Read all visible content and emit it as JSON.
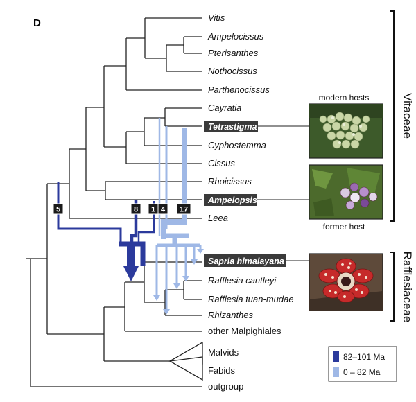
{
  "panel_label": "D",
  "taxa": {
    "vitis": "Vitis",
    "ampelocissus": "Ampelocissus",
    "pterisanthes": "Pterisanthes",
    "nothocissus": "Nothocissus",
    "parthenocissus": "Parthenocissus",
    "cayratia": "Cayratia",
    "tetrastigma": "Tetrastigma",
    "cyphostemma": "Cyphostemma",
    "cissus": "Cissus",
    "rhoicissus": "Rhoicissus",
    "ampelopsis": "Ampelopsis",
    "leea": "Leea",
    "sapria": "Sapria himalayana",
    "rcantleyi": "Rafflesia cantleyi",
    "rtuanmudae": "Rafflesia tuan-mudae",
    "rhizanthes": "Rhizanthes",
    "other_malpighiales": "other Malpighiales",
    "malvids": "Malvids",
    "fabids": "Fabids",
    "outgroup": "outgroup"
  },
  "transfer_counts": {
    "t5": "5",
    "t8": "8",
    "t1": "1",
    "t4": "4",
    "t17": "17"
  },
  "photo_captions": {
    "modern": "modern hosts",
    "former": "former host"
  },
  "family_labels": {
    "vitaceae": "Vitaceae",
    "rafflesiaceae": "Rafflesiaceae"
  },
  "legend": {
    "items": [
      {
        "label": "82–101 Ma",
        "color": "#2b3a9c"
      },
      {
        "label": "0 – 82 Ma",
        "color": "#9fb8e6"
      }
    ]
  },
  "colors": {
    "old_transfer": "#2b3a9c",
    "young_transfer": "#9fb8e6",
    "highlight_box": "#3a3a3a",
    "badge": "#1a1a1a"
  }
}
